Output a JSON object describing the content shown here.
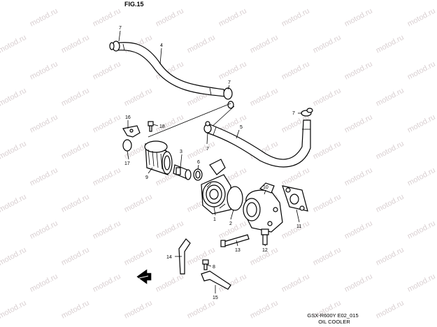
{
  "figure_label": "FIG.15",
  "drawing_code": "GSX-R600Y E02_015",
  "drawing_title": "OIL COOLER",
  "watermark_text": "motod.ru",
  "callouts": {
    "c1": "1",
    "c2": "2",
    "c3": "3",
    "c4": "4",
    "c5": "5",
    "c6": "6",
    "c7a": "7",
    "c7b": "7",
    "c7c": "7",
    "c7d": "7",
    "c8": "8",
    "c9": "9",
    "c10": "10",
    "c11": "11",
    "c12": "12",
    "c13": "13",
    "c14": "14",
    "c15": "15",
    "c16": "16",
    "c17": "17",
    "c18": "18"
  },
  "colors": {
    "line": "#000000",
    "background": "#ffffff",
    "watermark": "#d9d0d2"
  },
  "icons": {
    "front_arrow": "front-arrow-icon"
  }
}
